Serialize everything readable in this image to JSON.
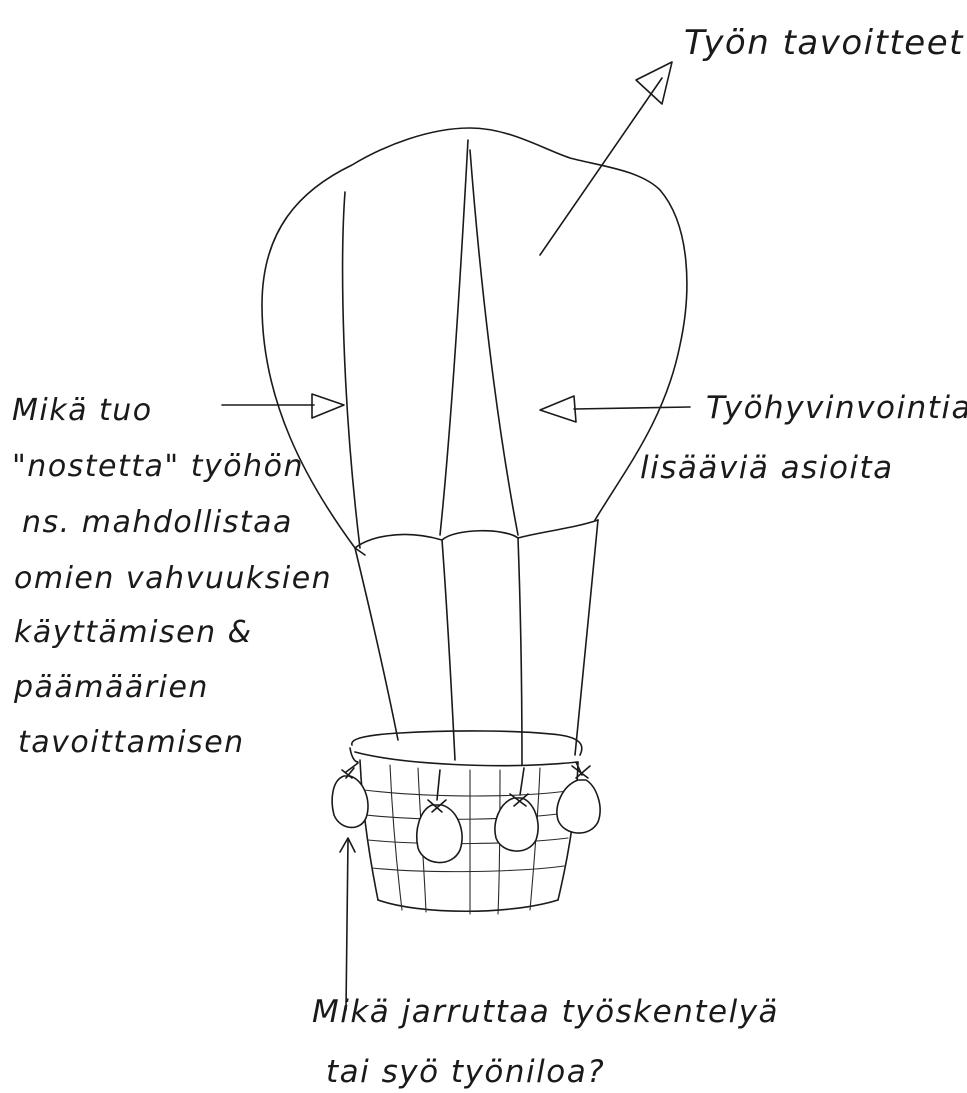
{
  "labels": {
    "goals": "Työn tavoitteet",
    "lift_line1": "Mikä tuo",
    "lift_line2": "\"nostetta\" työhön",
    "lift_line3": "ns. mahdollistaa",
    "lift_line4": "omien vahvuuksien",
    "lift_line5": "käyttämisen &",
    "lift_line6": "päämäärien",
    "lift_line7": "tavoittamisen",
    "wellbeing_line1": "Työhyvinvointia",
    "wellbeing_line2": "lisääviä asioita",
    "brakes_line1": "Mikä jarruttaa työskentelyä",
    "brakes_line2": "tai syö työniloa?"
  },
  "colors": {
    "ink": "#1a1a1a",
    "paper": "#ffffff"
  },
  "icons": {
    "balloon": "hot-air-balloon-icon",
    "sandbag": "sandbag-icon",
    "arrow": "arrow-icon"
  }
}
